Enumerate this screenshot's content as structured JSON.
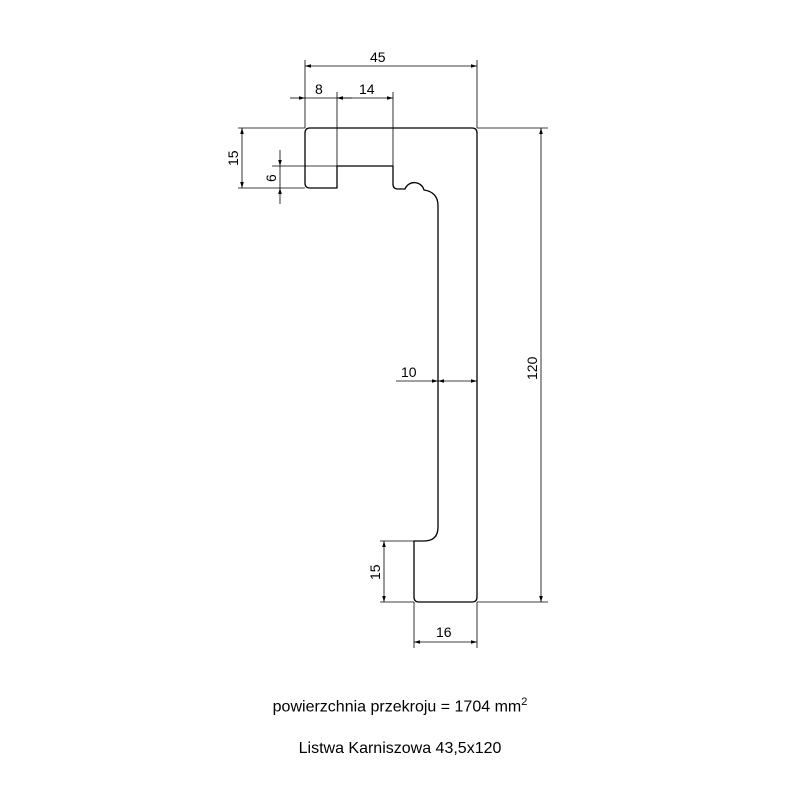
{
  "dimensions": {
    "total_width": "45",
    "slot_offset": "8",
    "slot_width": "14",
    "top_height": "15",
    "slot_depth": "6",
    "web_thickness": "10",
    "total_height": "120",
    "bottom_lip_height": "15",
    "bottom_width": "16"
  },
  "caption": {
    "area_label": "powierzchnia przekroju = 1704 mm",
    "area_exponent": "2",
    "product_name": "Listwa Karniszowa 43,5x120"
  }
}
